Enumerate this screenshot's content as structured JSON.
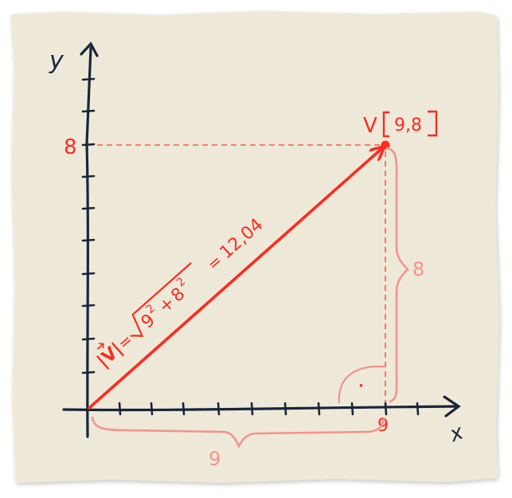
{
  "axes": {
    "y_label": "y",
    "x_label": "x",
    "y_tick_marked": "8",
    "x_tick_marked": "9"
  },
  "vector": {
    "point_label": "V",
    "coords_label": "9,8"
  },
  "formula": {
    "magnitude": "|V| = √9² + 8² = 12,04",
    "abs_v": "|V|",
    "equals": "=",
    "sqrt_symbol": "√",
    "nine": "9",
    "nine_exp": "2",
    "plus": "+",
    "eight": "8",
    "eight_exp": "2",
    "equals2": "=",
    "result": "12,04"
  },
  "braces": {
    "horizontal_value": "9",
    "vertical_value": "8"
  },
  "right_angle_marker": "·",
  "colors": {
    "paper": "#f1ecdc",
    "ink_dark": "#17263a",
    "ink_red": "#ff2a1f",
    "ink_pink": "#f5928c"
  }
}
